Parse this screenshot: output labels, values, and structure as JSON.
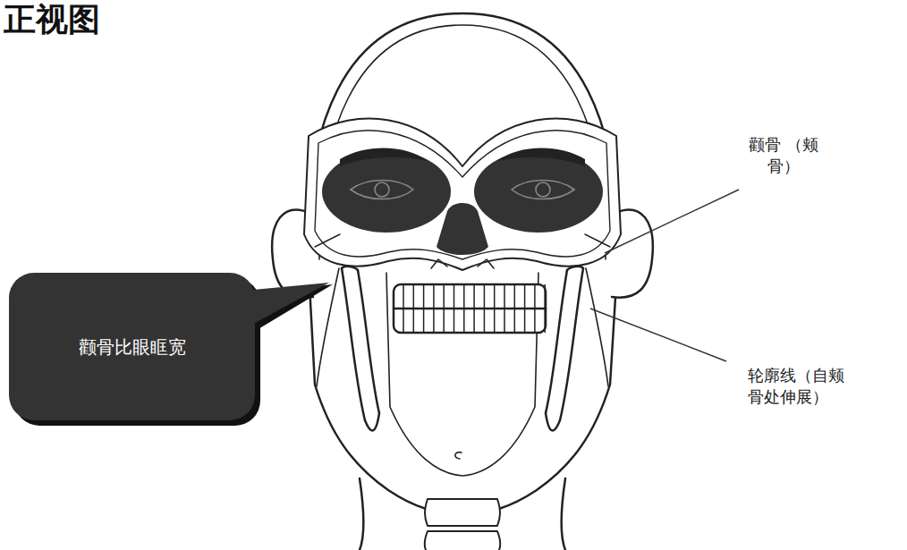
{
  "diagram": {
    "title": "正视图",
    "nodes": [
      {
        "text": [
          "颧骨比眼眶宽"
        ]
      }
    ],
    "labels": [
      "颧骨 （颊骨）",
      "轮廓线（自颊 骨处伸展）"
    ]
  }
}
